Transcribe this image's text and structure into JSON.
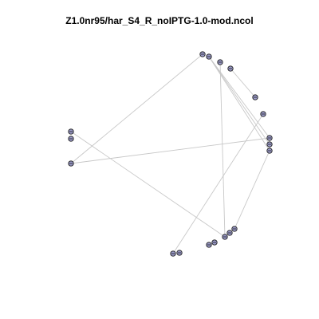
{
  "title": "Z1.0nr95/har_S4_R_noIPTG-1.0-mod.ncol",
  "colors": {
    "background": "#ffffff",
    "edge": "#c8c8c8",
    "node_fill": "#9a9ac8",
    "node_stroke": "#1a1a1a"
  },
  "graph": {
    "node_count": 22,
    "edge_count": 10
  }
}
